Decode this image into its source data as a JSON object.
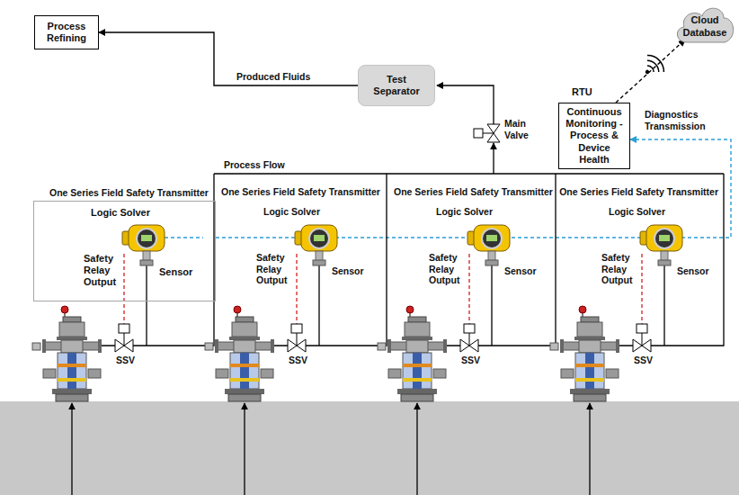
{
  "diagram": {
    "nodes": [
      {
        "text": [
          "Process Refining"
        ]
      },
      {
        "text": [
          "Test Separator"
        ]
      },
      {
        "text": [
          "RTU",
          "Continuous Monitoring - Process & Device Health"
        ]
      },
      {
        "text": [
          "Cloud Database"
        ]
      },
      {
        "text": [
          "One Series Field Safety Transmitter",
          "Logic Solver",
          "Safety Relay Output",
          "Sensor"
        ]
      }
    ],
    "edges": [
      {
        "from": 1,
        "to": 0,
        "arrow": "to",
        "label": "Produced Fluids"
      },
      {
        "from": 4,
        "to": 2,
        "arrow": "to",
        "label": "Diagnostics Transmission"
      },
      {
        "from": 2,
        "to": 3,
        "arrow": "to"
      }
    ],
    "labels": [
      "Process Flow",
      "Main Valve",
      "One Series Field Safety Transmitter",
      "Logic Solver",
      "Safety Relay Output",
      "Sensor",
      "One Series Field Safety Transmitter",
      "Logic Solver",
      "Safety Relay Output",
      "Sensor",
      "One Series Field Safety Transmitter",
      "Logic Solver",
      "Safety Relay Output",
      "Sensor",
      "SSV",
      "SSV",
      "SSV",
      "SSV"
    ]
  }
}
